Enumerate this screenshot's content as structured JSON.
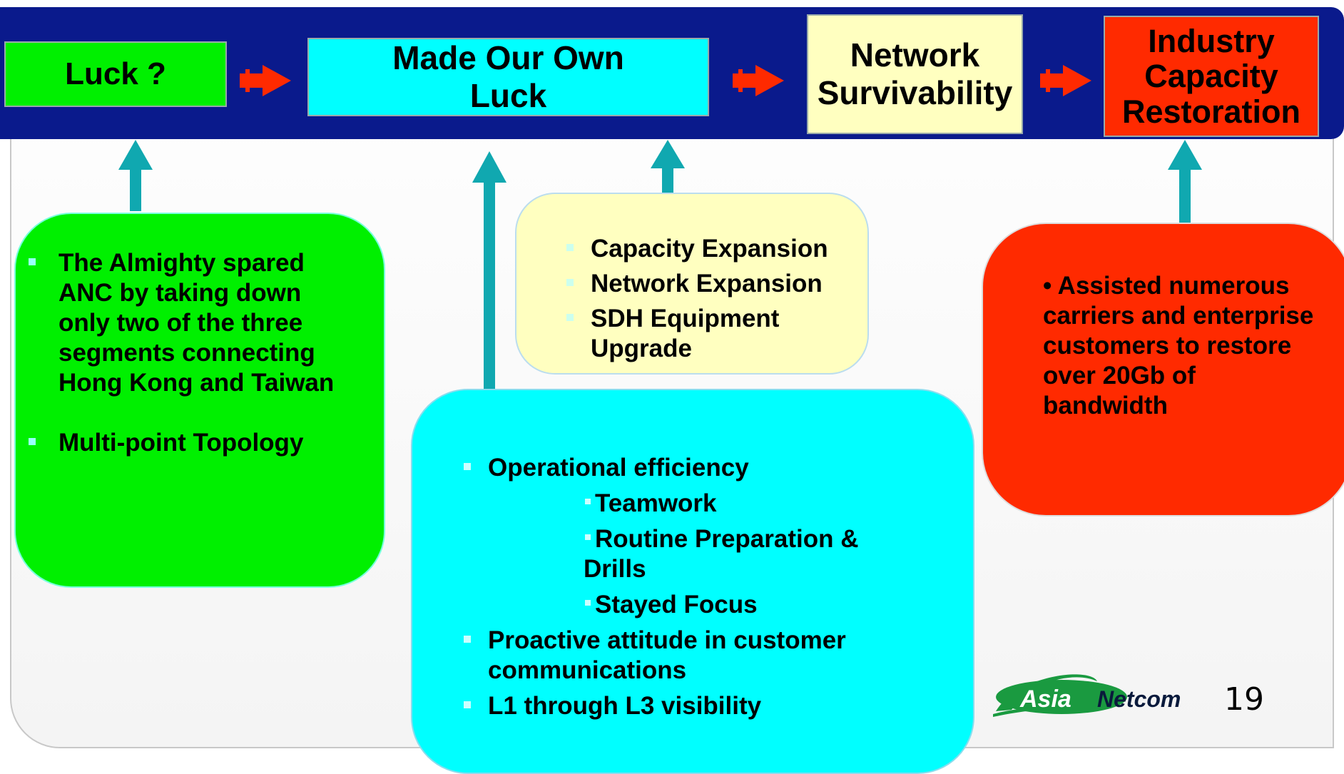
{
  "stages": [
    {
      "id": "luck",
      "lines": [
        "Luck ?"
      ],
      "color": "#00f000"
    },
    {
      "id": "made-our-own-luck",
      "lines": [
        "Made Our Own",
        "Luck"
      ],
      "color": "#00ffff"
    },
    {
      "id": "network-survivability",
      "lines": [
        "Network",
        "Survivability"
      ],
      "color": "#ffffc0"
    },
    {
      "id": "industry-capacity-restoration",
      "lines": [
        "Industry",
        "Capacity",
        "Restoration"
      ],
      "color": "#ff2a00"
    }
  ],
  "boxes": {
    "green": {
      "items": [
        "The Almighty spared  ANC by taking down only two of the three segments connecting Hong Kong and Taiwan",
        "Multi-point Topology"
      ],
      "color": "#00f000"
    },
    "yellow": {
      "items": [
        "Capacity Expansion",
        "Network Expansion",
        "SDH Equipment Upgrade"
      ],
      "color": "#ffffc0"
    },
    "cyan": {
      "item1": "Operational efficiency",
      "subitems": [
        "Teamwork",
        "Routine Preparation & Drills",
        "Stayed Focus"
      ],
      "item2": "Proactive attitude in customer communications",
      "item3": "L1 through L3 visibility",
      "color": "#00ffff"
    },
    "red": {
      "text": "• Assisted numerous carriers and enterprise customers to restore over 20Gb of bandwidth",
      "color": "#ff2a00"
    }
  },
  "colors": {
    "banner": "#0a1a8c",
    "arrow_red": "#ff2a00",
    "arrow_teal": "#10a8b0"
  },
  "logo": {
    "text_asia": "Asia",
    "text_netcom": "Netcom"
  },
  "page_number": "19"
}
